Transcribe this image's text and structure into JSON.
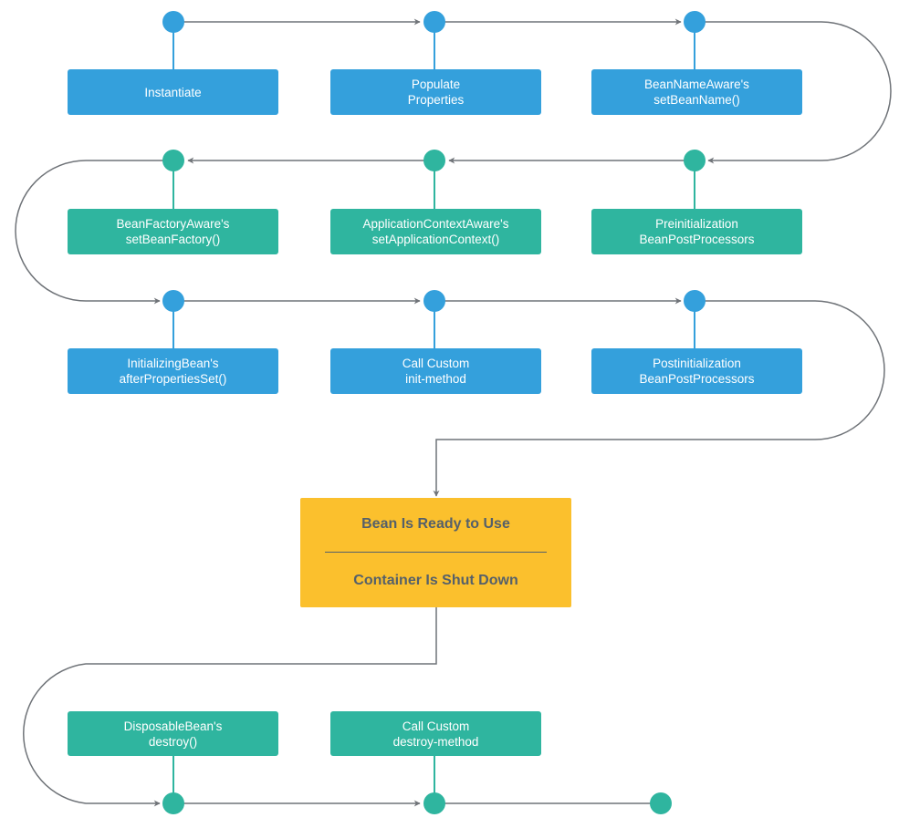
{
  "colors": {
    "blue": "#34a0dc",
    "teal": "#2fb59f",
    "yellow": "#fbc02d",
    "line": "#6f7378",
    "text_dark": "#55606a"
  },
  "steps": {
    "s1": {
      "line1": "Instantiate",
      "line2": ""
    },
    "s2": {
      "line1": "Populate",
      "line2": "Properties"
    },
    "s3": {
      "line1": "BeanNameAware's",
      "line2": "setBeanName()"
    },
    "s4": {
      "line1": "BeanFactoryAware's",
      "line2": "setBeanFactory()"
    },
    "s5": {
      "line1": "ApplicationContextAware's",
      "line2": "setApplicationContext()"
    },
    "s6": {
      "line1": "Preinitialization",
      "line2": "BeanPostProcessors"
    },
    "s7": {
      "line1": "InitializingBean's",
      "line2": "afterPropertiesSet()"
    },
    "s8": {
      "line1": "Call Custom",
      "line2": "init-method"
    },
    "s9": {
      "line1": "Postinitialization",
      "line2": "BeanPostProcessors"
    },
    "s10": {
      "line1": "DisposableBean's",
      "line2": "destroy()"
    },
    "s11": {
      "line1": "Call Custom",
      "line2": "destroy-method"
    }
  },
  "ready_box": {
    "top_label": "Bean Is Ready to Use",
    "bottom_label": "Container Is Shut Down"
  }
}
